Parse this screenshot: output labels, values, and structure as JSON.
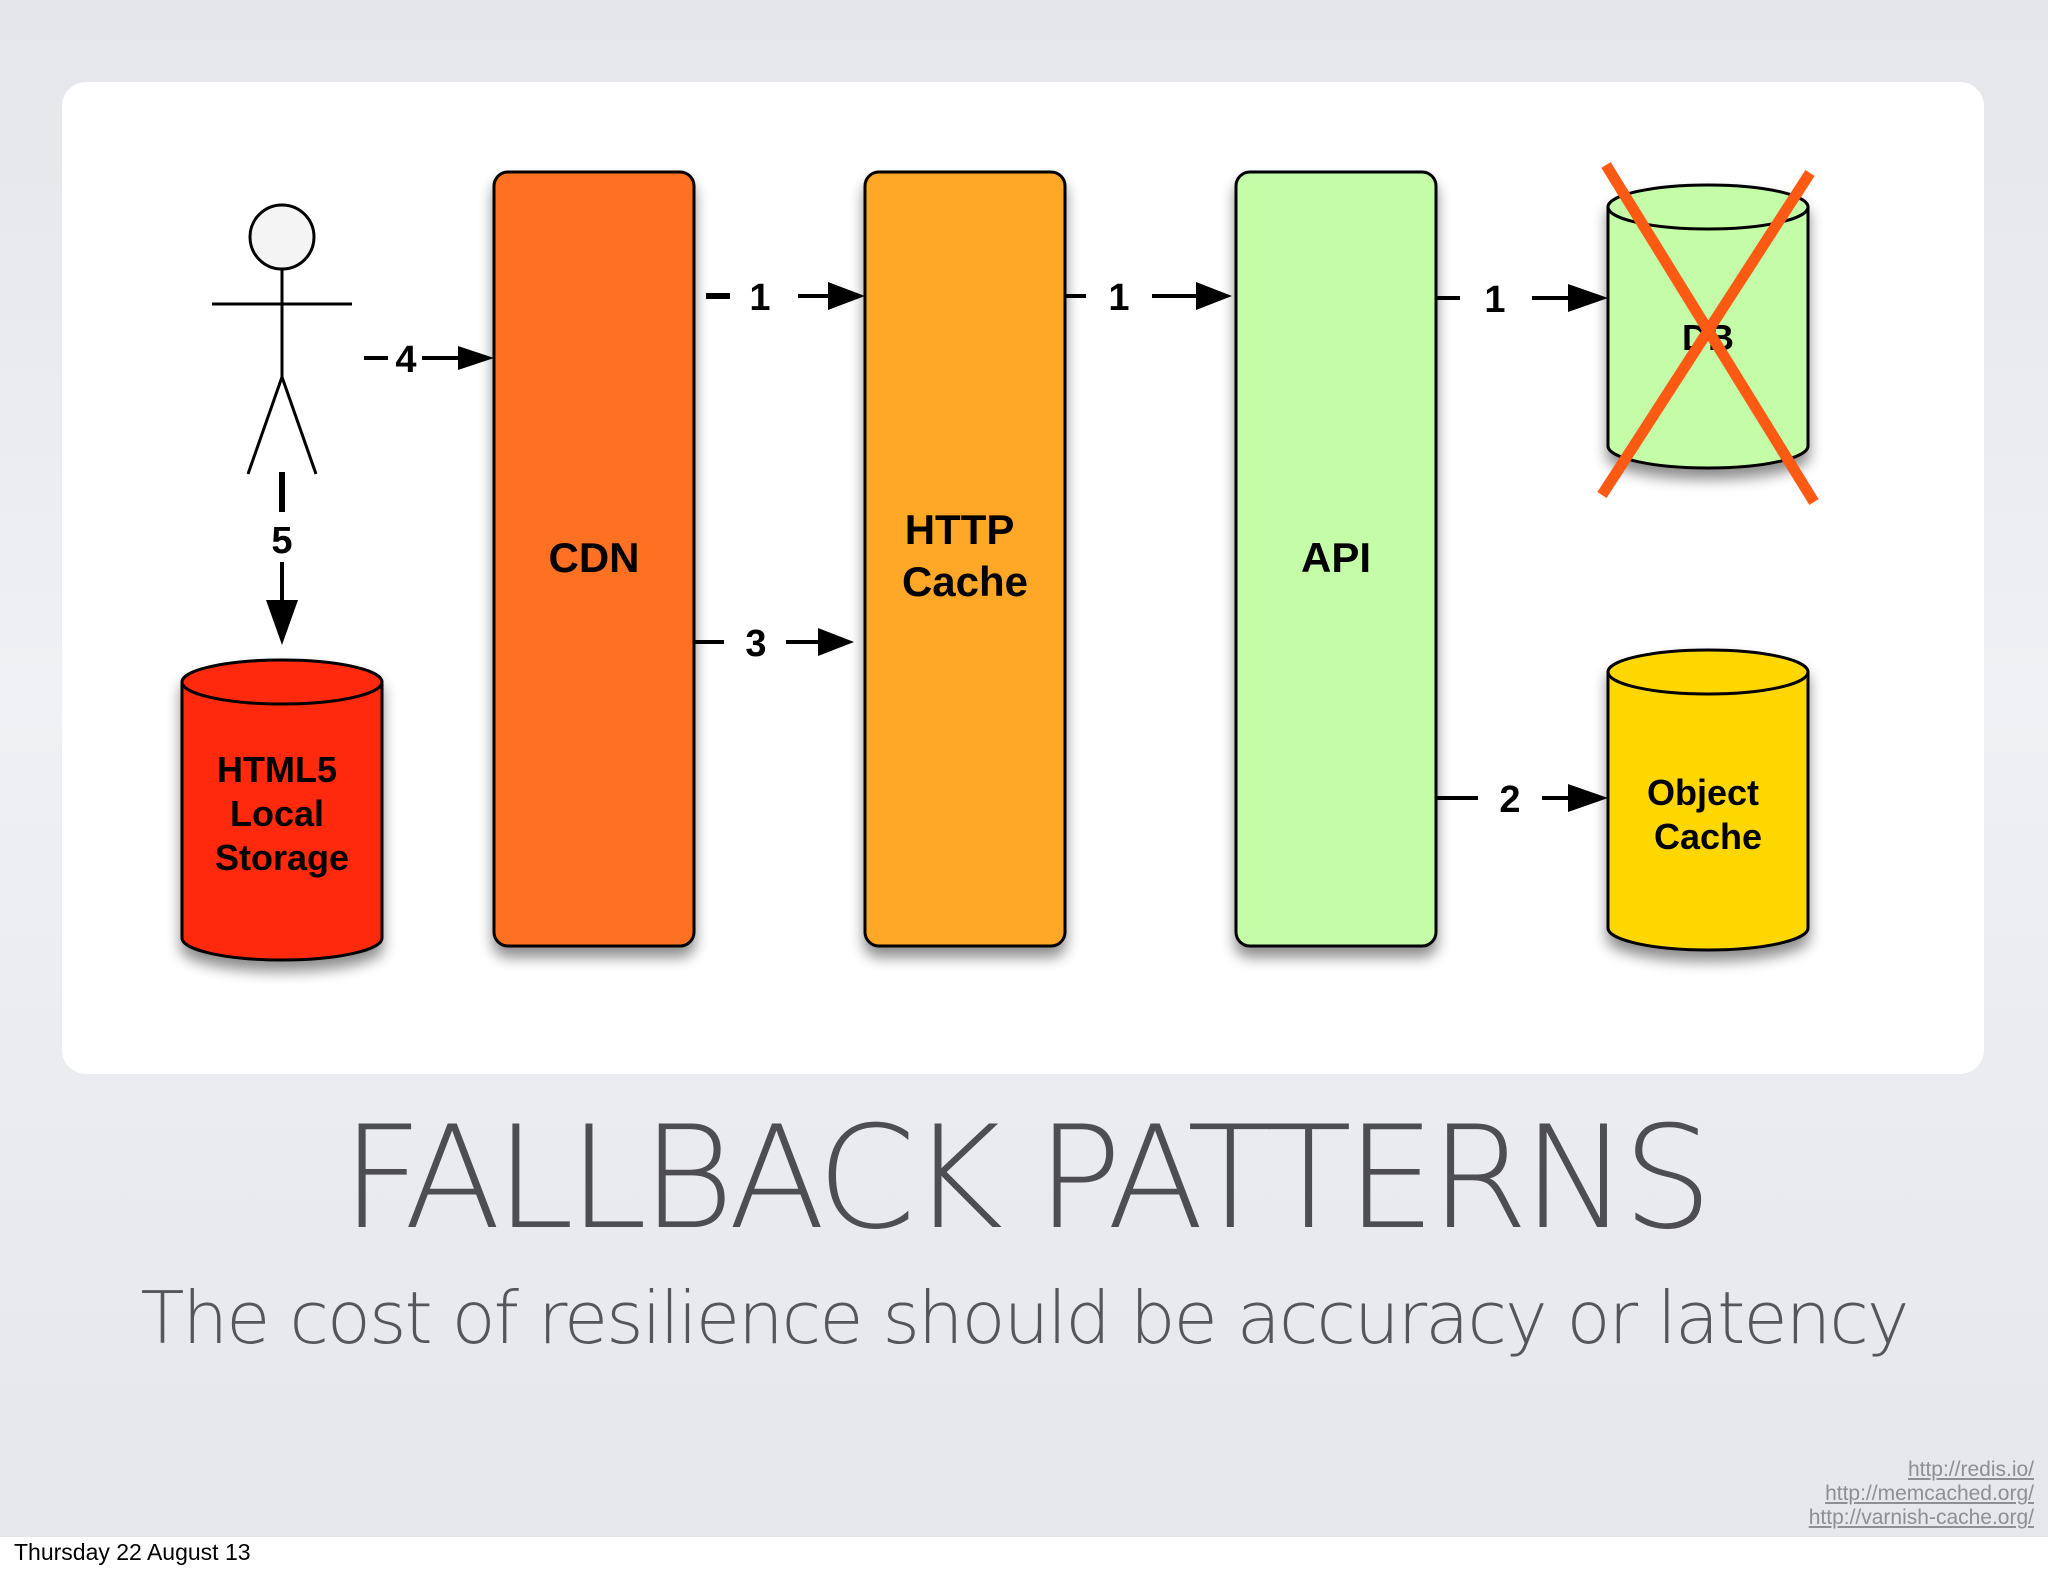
{
  "slide": {
    "title": "FALLBACK PATTERNS",
    "subtitle": "The cost of resilience should be accuracy or latency",
    "footer_date": "Thursday 22 August 13",
    "links": [
      "http://redis.io/",
      "http://memcached.org/",
      "http://varnish-cache.org/"
    ]
  },
  "diagram": {
    "actor": {
      "icon": "user-stick-figure-icon"
    },
    "nodes": {
      "local_storage": {
        "lines": [
          "HTML5",
          "Local",
          "Storage"
        ],
        "color": "#ff2a0a",
        "shape": "cylinder"
      },
      "cdn": {
        "lines": [
          "CDN"
        ],
        "color": "#ff7122",
        "shape": "box"
      },
      "http_cache": {
        "lines": [
          "HTTP",
          "Cache"
        ],
        "color": "#ffa726",
        "shape": "box"
      },
      "api": {
        "lines": [
          "API"
        ],
        "color": "#c5fca8",
        "shape": "box"
      },
      "db": {
        "lines": [
          "DB"
        ],
        "color": "#c5fca8",
        "shape": "cylinder",
        "crossed_out": true,
        "cross_color": "#ff5a14"
      },
      "object_cache": {
        "lines": [
          "Object",
          "Cache"
        ],
        "color": "#ffd700",
        "shape": "cylinder"
      }
    },
    "edges": [
      {
        "from": "actor",
        "to": "cdn",
        "label": "4"
      },
      {
        "from": "actor",
        "to": "local_storage",
        "label": "5"
      },
      {
        "from": "cdn",
        "to": "http_cache",
        "label": "1"
      },
      {
        "from": "cdn",
        "to": "http_cache",
        "label": "3"
      },
      {
        "from": "http_cache",
        "to": "api",
        "label": "1"
      },
      {
        "from": "api",
        "to": "db",
        "label": "1"
      },
      {
        "from": "api",
        "to": "object_cache",
        "label": "2"
      }
    ]
  }
}
